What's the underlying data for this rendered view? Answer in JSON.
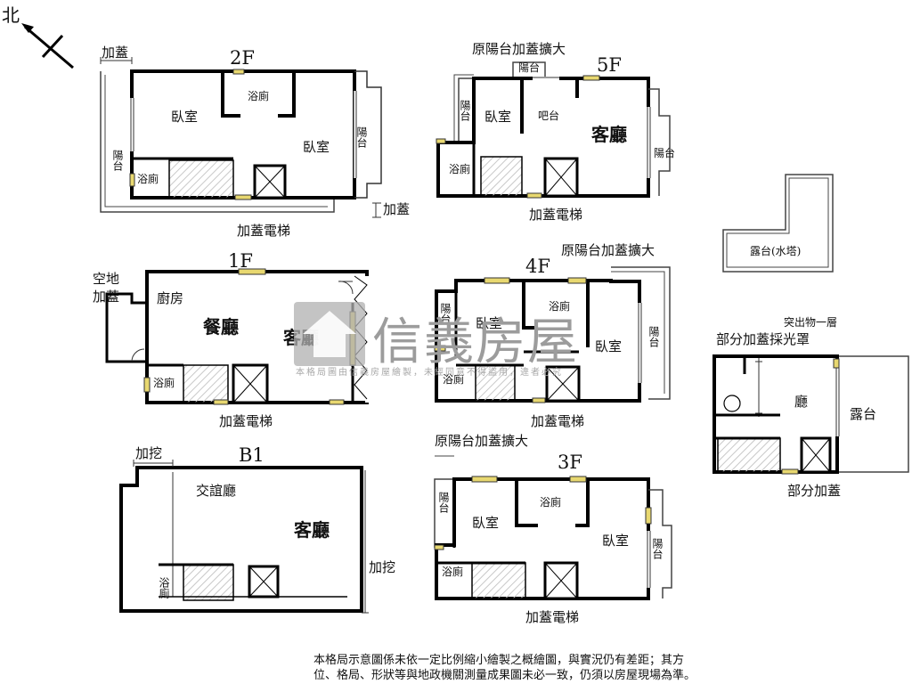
{
  "compass": {
    "north": "北"
  },
  "floors": {
    "f2": {
      "name": "2F",
      "rooms": [
        "臥室",
        "浴廁",
        "臥室",
        "陽台",
        "陽台",
        "浴廁"
      ],
      "notes": [
        "加蓋",
        "加蓋",
        "加蓋電梯"
      ]
    },
    "f5": {
      "name": "5F",
      "rooms": [
        "陽台",
        "臥室",
        "吧台",
        "客廳",
        "陽台",
        "浴廁",
        "陽台"
      ],
      "notes": [
        "原陽台加蓋擴大",
        "加蓋電梯"
      ]
    },
    "roof": {
      "rooms": [
        "露台(水塔)"
      ]
    },
    "f1": {
      "name": "1F",
      "rooms": [
        "廚房",
        "餐廳",
        "客廳",
        "浴廁"
      ],
      "notes": [
        "空地",
        "加蓋",
        "加蓋電梯"
      ]
    },
    "f4": {
      "name": "4F",
      "rooms": [
        "陽台",
        "臥室",
        "浴廁",
        "臥室",
        "陽台",
        "浴廁"
      ],
      "notes": [
        "原陽台加蓋擴大",
        "加蓋電梯"
      ]
    },
    "annex": {
      "rooms": [
        "廳",
        "露台"
      ],
      "notes": [
        "突出物一層",
        "部分加蓋採光罩",
        "部分加蓋"
      ]
    },
    "b1": {
      "name": "B1",
      "rooms": [
        "交誼廳",
        "客廳",
        "浴廁"
      ],
      "notes": [
        "加挖",
        "加挖"
      ]
    },
    "f3": {
      "name": "3F",
      "rooms": [
        "陽台",
        "臥室",
        "浴廁",
        "臥室",
        "陽台",
        "浴廁"
      ],
      "notes": [
        "原陽台加蓋擴大",
        "加蓋電梯"
      ]
    }
  },
  "watermark": {
    "title": "信義房屋",
    "subtitle": "本格局圖由信義房屋繪製，未經同意不得盜用，違者必究"
  },
  "footnote": {
    "line1": "本格局示意圖係未依一定比例縮小繪製之概繪圖，與實況仍有差距；其方",
    "line2": "位、格局、形狀等與地政機關測量成果圖未必一致，仍須以房屋現場為準。"
  }
}
